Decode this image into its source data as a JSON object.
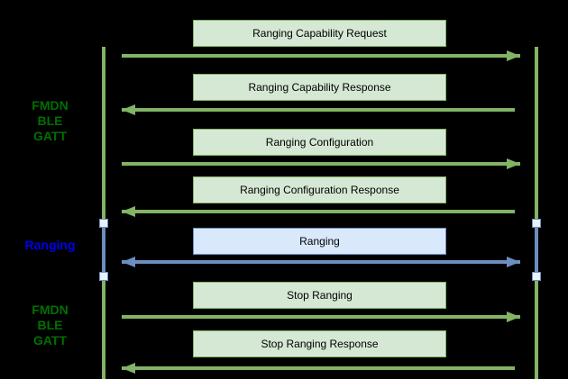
{
  "diagram": {
    "type": "sequence-diagram",
    "colors": {
      "background": "#000000",
      "green_fill": "#d5e8d4",
      "green_stroke": "#82b366",
      "blue_fill": "#dae8fc",
      "blue_stroke": "#6c8ebf",
      "label_green": "#007000",
      "label_blue": "#0000ee",
      "text": "#000000"
    },
    "side_labels": [
      {
        "text": "FMDN\nBLE\nGATT",
        "style": "green"
      },
      {
        "text": "Ranging",
        "style": "blue"
      },
      {
        "text": "FMDN\nBLE\nGATT",
        "style": "green"
      }
    ],
    "messages": [
      {
        "label": "Ranging Capability Request",
        "direction": "right",
        "style": "green"
      },
      {
        "label": "Ranging Capability Response",
        "direction": "left",
        "style": "green"
      },
      {
        "label": "Ranging Configuration",
        "direction": "right",
        "style": "green"
      },
      {
        "label": "Ranging Configuration Response",
        "direction": "left",
        "style": "green"
      },
      {
        "label": "Ranging",
        "direction": "both",
        "style": "blue"
      },
      {
        "label": "Stop Ranging",
        "direction": "right",
        "style": "green"
      },
      {
        "label": "Stop Ranging Response",
        "direction": "left",
        "style": "green"
      }
    ]
  }
}
